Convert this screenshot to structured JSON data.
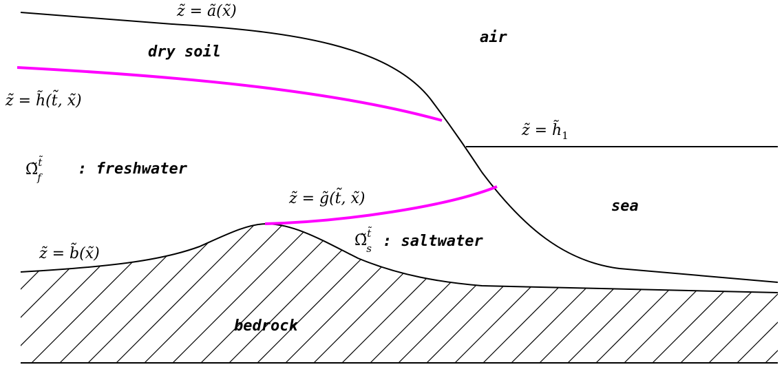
{
  "regions": {
    "air": "air",
    "dry_soil": "dry soil",
    "freshwater": ": freshwater",
    "saltwater": ": saltwater",
    "sea": "sea",
    "bedrock": "bedrock"
  },
  "equations": {
    "ground_surface": {
      "lhs": "z̃",
      "eq": " = ",
      "rhs": "ã(x̃)"
    },
    "water_table": {
      "lhs": "z̃",
      "eq": " = ",
      "rhs": "h̃(t̃, x̃)"
    },
    "sea_level": {
      "lhs": "z̃",
      "eq": " = ",
      "rhs": "h̃",
      "sub": "1"
    },
    "salt_interface": {
      "lhs": "z̃",
      "eq": " = ",
      "rhs": "g̃(t̃, x̃)"
    },
    "bedrock_surface": {
      "lhs": "z̃",
      "eq": " = ",
      "rhs": "b̃(x̃)"
    }
  },
  "domains": {
    "freshwater": {
      "symbol": "Ω̃",
      "sup": "t̃",
      "sub": "f"
    },
    "saltwater": {
      "symbol": "Ω̃",
      "sup": "t̃",
      "sub": "s"
    }
  },
  "colors": {
    "curves": "#000000",
    "interfaces": "#ff00ff",
    "background": "#ffffff"
  }
}
